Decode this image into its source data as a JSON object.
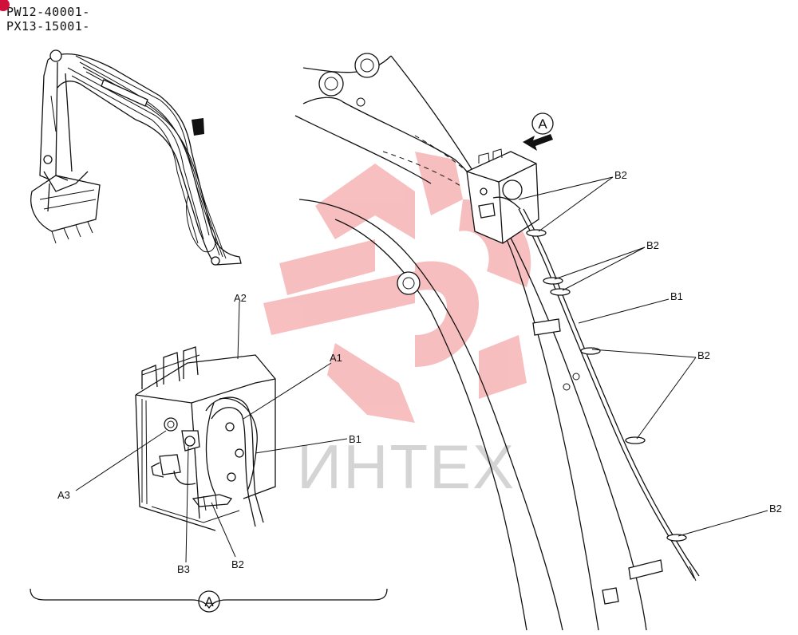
{
  "serials": [
    "PW12-40001-",
    "PX13-15001-"
  ],
  "watermark": "ИНТЕХ",
  "view_marker": "A",
  "detail_marker": "A",
  "labels": {
    "a1": "A1",
    "a2": "A2",
    "a3": "A3",
    "b1_detail": "B1",
    "b2_detail": "B2",
    "b3": "B3",
    "b1_main": "B1",
    "b2_main_1": "B2",
    "b2_main_2": "B2",
    "b2_main_3": "B2",
    "b2_main_4": "B2"
  },
  "colors": {
    "line": "#111111",
    "watermark_logo": "#f08a8a",
    "watermark_text": "#d4d4d4",
    "corner_dot": "#d0103a"
  }
}
